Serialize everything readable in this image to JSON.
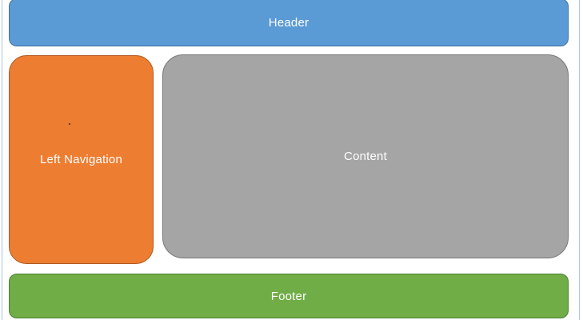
{
  "page": {
    "background": "#ffffff",
    "frame_border_color": "#aac7e2"
  },
  "blocks": {
    "header": {
      "label": "Header",
      "fill": "#5b9bd5",
      "border": "#41719c",
      "text_color": "#ffffff"
    },
    "left_nav": {
      "label": "Left Navigation",
      "fill": "#ed7d31",
      "border": "#ae5a21",
      "text_color": "#ffffff"
    },
    "content": {
      "label": "Content",
      "fill": "#a5a5a5",
      "border": "#787878",
      "text_color": "#ffffff"
    },
    "footer": {
      "label": "Footer",
      "fill": "#70ad47",
      "border": "#507e32",
      "text_color": "#ffffff"
    }
  },
  "artifacts": {
    "nav_dot_color": "#3a2414"
  }
}
